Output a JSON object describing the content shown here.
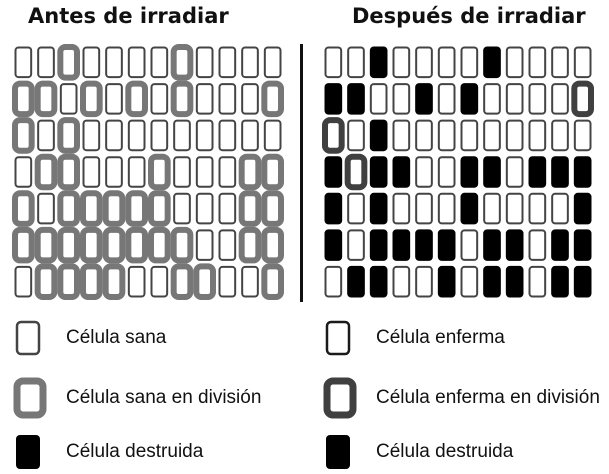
{
  "colors": {
    "healthy_border": "#444444",
    "healthy_fill": "#ffffff",
    "healthy_dividing_border": "#777777",
    "sick_border": "#1a1a1a",
    "sick_dividing_border": "#404040",
    "destroyed_fill": "#000000",
    "divider": "#111111"
  },
  "before": {
    "title": "Antes de irradiar",
    "grid": [
      "SSDSSSSDSSSS",
      "DDSDSDSDSSSD",
      "DSDSSSSSSSSS",
      "SDDSSSDSSSDD",
      "DSDDDDDSSSDD",
      "DDDDDDDDSSDD",
      "SDDDDSSDDSSD"
    ]
  },
  "after": {
    "title": "Después de irradiar",
    "grid": [
      "SSXSSSSXSSSS",
      "XXSSXSXSSSSE",
      "ESXSSSSSSSSS",
      "XEXXSSXXSXXX",
      "XSXSSSXSSSSX",
      "XSXXXXSXXSXX",
      "SXXSSXSXXSXX"
    ]
  },
  "legend": [
    {
      "id": "healthy",
      "label": "Célula sana",
      "icon": "healthy-cell-icon"
    },
    {
      "id": "sick",
      "label": "Célula enferma",
      "icon": "sick-cell-icon"
    },
    {
      "id": "healthy_dividing",
      "label": "Célula sana en división",
      "icon": "healthy-dividing-cell-icon"
    },
    {
      "id": "sick_dividing",
      "label": "Célula enferma en división",
      "icon": "sick-dividing-cell-icon"
    },
    {
      "id": "destroyed_1",
      "label": "Célula destruida",
      "icon": "destroyed-cell-icon"
    },
    {
      "id": "destroyed_2",
      "label": "Célula destruida",
      "icon": "destroyed-cell-icon"
    }
  ]
}
